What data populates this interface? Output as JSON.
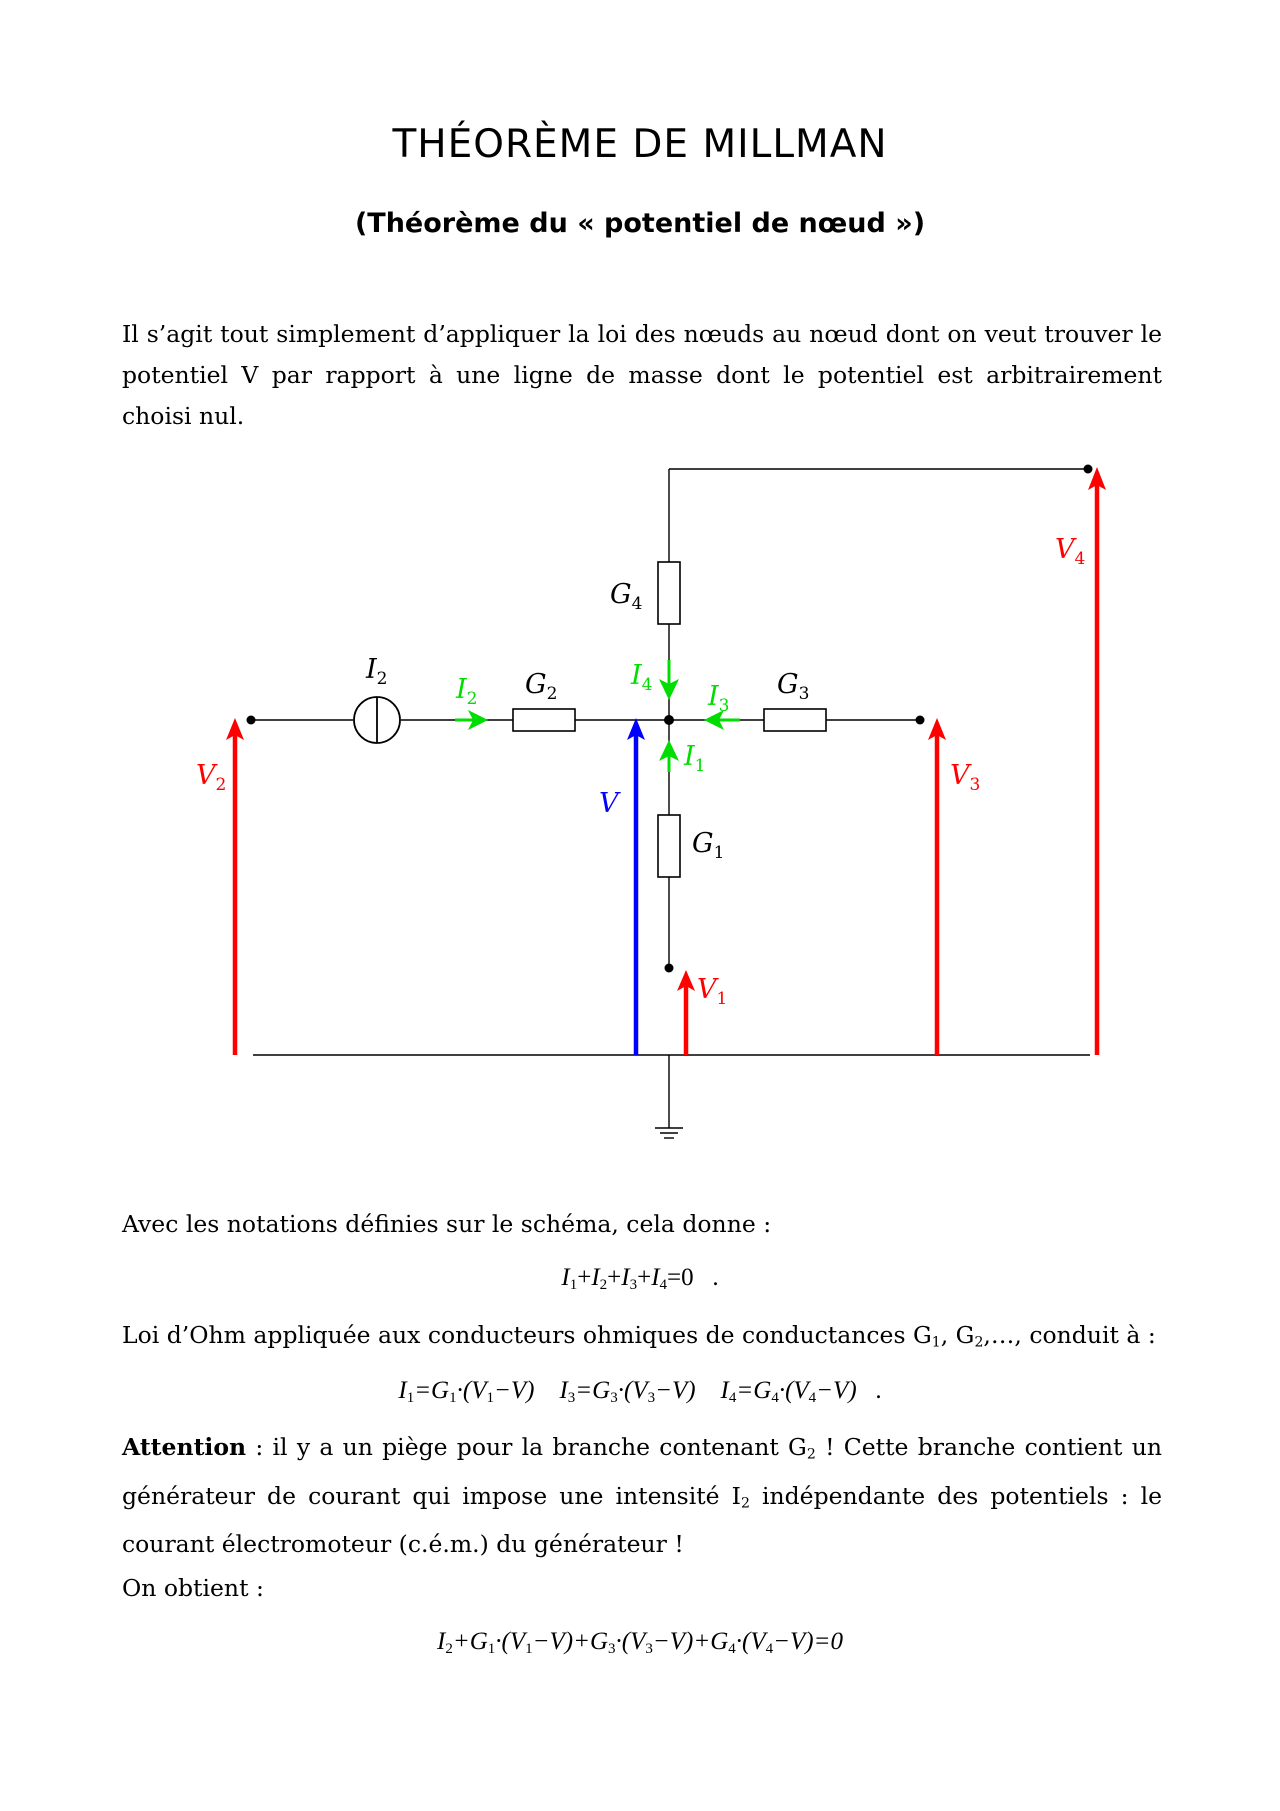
{
  "title": "THÉORÈME DE MILLMAN",
  "subtitle": "(Théorème du « potentiel de nœud »)",
  "intro": "Il s’agit tout simplement d’appliquer la loi des nœuds au nœud dont on veut trouver le potentiel V par rapport à une ligne de masse dont le potentiel est arbitrairement choisi nul.",
  "diagram": {
    "labels": {
      "g1": "G",
      "g1_sub": "1",
      "g2": "G",
      "g2_sub": "2",
      "g3": "G",
      "g3_sub": "3",
      "g4": "G",
      "g4_sub": "4",
      "i_source": "I",
      "i_source_sub": "2",
      "i1": "I",
      "i1_sub": "1",
      "i2": "I",
      "i2_sub": "2",
      "i3": "I",
      "i3_sub": "3",
      "i4": "I",
      "i4_sub": "4",
      "v": "V",
      "v1": "V",
      "v1_sub": "1",
      "v2": "V",
      "v2_sub": "2",
      "v3": "V",
      "v3_sub": "3",
      "v4": "V",
      "v4_sub": "4"
    },
    "colors": {
      "current": "#00dd00",
      "voltage": "#ff0000",
      "node_voltage": "#0000ff",
      "wire": "#000000"
    }
  },
  "text_notations": "Avec les notations définies sur le schéma, cela donne :",
  "eq1": {
    "parts": [
      "I",
      "1",
      "+",
      "I",
      "2",
      "+",
      "I",
      "3",
      "+",
      "I",
      "4",
      "=0",
      "."
    ]
  },
  "text_ohm": {
    "before": "Loi d’Ohm appliquée aux conducteurs ohmiques de conductances G",
    "s1": "1",
    "mid": ", G",
    "s2": "2",
    "after": ",…, conduit à :"
  },
  "eq2": {
    "a": "I",
    "a_sub": "1",
    "a_rest": "=G",
    "a_sub2": "1",
    "a_tail": "·(V",
    "a_sub3": "1",
    "a_end": "−V)",
    "b": "I",
    "b_sub": "3",
    "b_rest": "=G",
    "b_sub2": "3",
    "b_tail": "·(V",
    "b_sub3": "3",
    "b_end": "−V)",
    "c": "I",
    "c_sub": "4",
    "c_rest": "=G",
    "c_sub2": "4",
    "c_tail": "·(V",
    "c_sub3": "4",
    "c_end": "−V)",
    "dot": "."
  },
  "attention": {
    "label": "Attention",
    "t1": " : il y a un piège pour la branche contenant G",
    "s1": "2",
    "t2": " ! Cette branche contient un générateur de courant qui impose une intensité I",
    "s2": "2",
    "t3": " indépendante des potentiels : le courant électromoteur (c.é.m.) du générateur !"
  },
  "text_obtain": "On obtient :",
  "eq3": {
    "p1": "I",
    "p1s": "2",
    "p2": "+G",
    "p2s": "1",
    "p3": "·(V",
    "p3s": "1",
    "p4": "−V)+G",
    "p4s": "3",
    "p5": "·(V",
    "p5s": "3",
    "p6": "−V)+G",
    "p6s": "4",
    "p7": "·(V",
    "p7s": "4",
    "p8": "−V)=0"
  }
}
